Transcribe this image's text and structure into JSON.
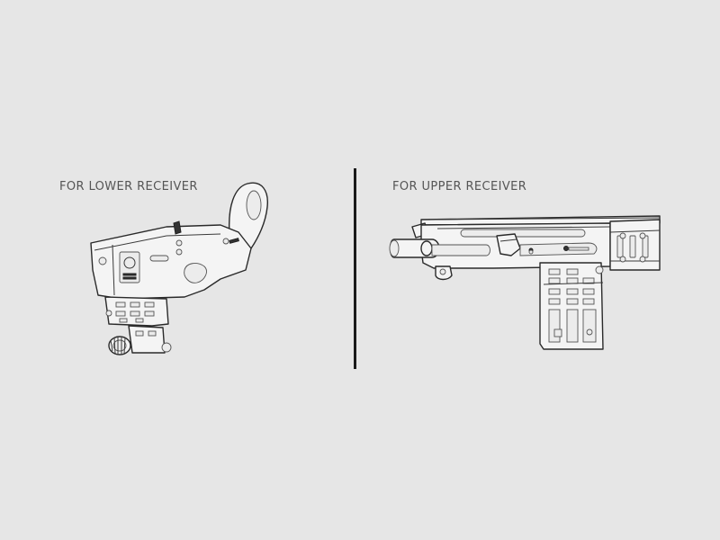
{
  "panels": [
    {
      "id": "lower",
      "label": "FOR LOWER RECEIVER",
      "illustration": "lower-receiver-with-mag-well-accessory"
    },
    {
      "id": "upper",
      "label": "FOR UPPER RECEIVER",
      "illustration": "upper-receiver-with-mounted-accessory"
    }
  ],
  "colors": {
    "background": "#e6e6e6",
    "label_text": "#555555",
    "divider": "#1a1a1a",
    "line_art": "#2a2a2a"
  }
}
